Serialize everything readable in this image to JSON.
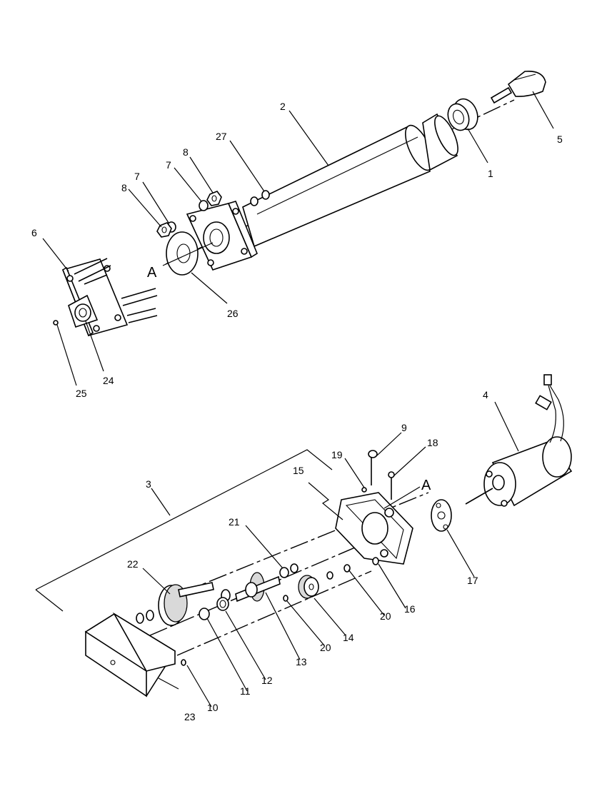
{
  "callouts": [
    {
      "id": "c1",
      "text": "1"
    },
    {
      "id": "c2",
      "text": "2"
    },
    {
      "id": "c3",
      "text": "3"
    },
    {
      "id": "c4",
      "text": "4"
    },
    {
      "id": "c5",
      "text": "5"
    },
    {
      "id": "c6",
      "text": "6"
    },
    {
      "id": "c7a",
      "text": "7"
    },
    {
      "id": "c7b",
      "text": "7"
    },
    {
      "id": "c8a",
      "text": "8"
    },
    {
      "id": "c8b",
      "text": "8"
    },
    {
      "id": "c9",
      "text": "9"
    },
    {
      "id": "c10",
      "text": "10"
    },
    {
      "id": "c11",
      "text": "11"
    },
    {
      "id": "c12",
      "text": "12"
    },
    {
      "id": "c13",
      "text": "13"
    },
    {
      "id": "c14",
      "text": "14"
    },
    {
      "id": "c15",
      "text": "15"
    },
    {
      "id": "c16",
      "text": "16"
    },
    {
      "id": "c17",
      "text": "17"
    },
    {
      "id": "c18",
      "text": "18"
    },
    {
      "id": "c19",
      "text": "19"
    },
    {
      "id": "c20a",
      "text": "20"
    },
    {
      "id": "c20b",
      "text": "20"
    },
    {
      "id": "c21",
      "text": "21"
    },
    {
      "id": "c22",
      "text": "22"
    },
    {
      "id": "c23",
      "text": "23"
    },
    {
      "id": "c24",
      "text": "24"
    },
    {
      "id": "c25",
      "text": "25"
    },
    {
      "id": "c26",
      "text": "26"
    },
    {
      "id": "c27",
      "text": "27"
    }
  ],
  "reference_marks": {
    "upper": "A",
    "lower": "A"
  }
}
